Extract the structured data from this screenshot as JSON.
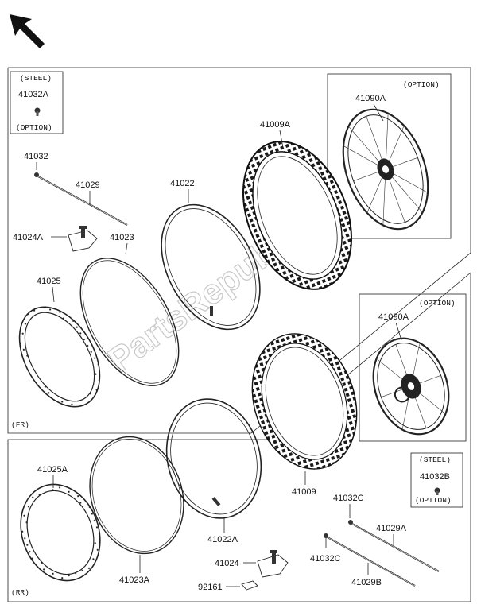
{
  "labels": {
    "steel_top": "(STEEL)",
    "p41032A": "41032A",
    "option_top_left": "(OPTION)",
    "p41032": "41032",
    "p41029": "41029",
    "p41022": "41022",
    "p41009A": "41009A",
    "option_top_right": "(OPTION)",
    "p41090A_top": "41090A",
    "p41024A": "41024A",
    "p41023": "41023",
    "p41025": "41025",
    "fr": "(FR)",
    "option_right": "(OPTION)",
    "p41090A_bottom": "41090A",
    "p41009": "41009",
    "steel_bottom": "(STEEL)",
    "p41032B": "41032B",
    "option_bottom_right": "(OPTION)",
    "p41025A": "41025A",
    "p41023A": "41023A",
    "p41022A": "41022A",
    "p41032C_top": "41032C",
    "p41029A": "41029A",
    "p41032C_bottom": "41032C",
    "p41029B": "41029B",
    "p41024": "41024",
    "p92161": "92161",
    "rr": "(RR)"
  },
  "watermark": "PartsRepublik",
  "colors": {
    "ink": "#222222",
    "tire": "#1a1a1a",
    "watermark": "#c8c8c8"
  },
  "icons": {
    "direction": "arrow-up-left-icon"
  }
}
